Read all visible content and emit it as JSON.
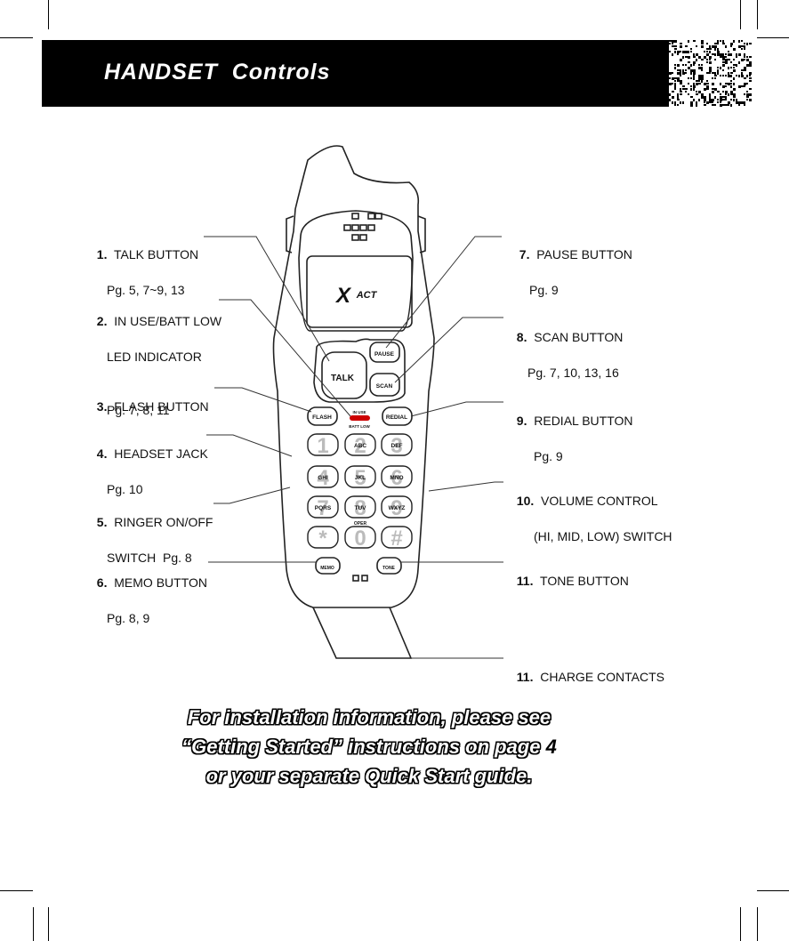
{
  "header": {
    "title": "HANDSET  Controls"
  },
  "labels": [
    {
      "num": "1.",
      "title": "TALK BUTTON",
      "sub": [
        "Pg. 5, 7~9, 13"
      ]
    },
    {
      "num": "2.",
      "title": "IN USE/BATT LOW",
      "sub": [
        "LED INDICATOR",
        "Pg. 7, 8, 11"
      ]
    },
    {
      "num": "3.",
      "title": "FLASH BUTTON",
      "sub": []
    },
    {
      "num": "4.",
      "title": "HEADSET JACK",
      "sub": [
        "Pg. 10"
      ]
    },
    {
      "num": "5.",
      "title": "RINGER ON/OFF",
      "sub": [
        "SWITCH  Pg. 8"
      ]
    },
    {
      "num": "6.",
      "title": "MEMO BUTTON",
      "sub": [
        "Pg. 8, 9"
      ]
    },
    {
      "num": "7.",
      "title": "PAUSE BUTTON",
      "sub": [
        "Pg. 9"
      ]
    },
    {
      "num": "8.",
      "title": "SCAN BUTTON",
      "sub": [
        "Pg. 7, 10, 13, 16"
      ]
    },
    {
      "num": "9.",
      "title": "REDIAL BUTTON",
      "sub": [
        "Pg. 9"
      ]
    },
    {
      "num": "10.",
      "title": "VOLUME CONTROL",
      "sub": [
        "(HI, MID, LOW) SWITCH"
      ]
    },
    {
      "num": "11.",
      "title": "TONE BUTTON",
      "sub": []
    },
    {
      "num": "11.",
      "title": "CHARGE CONTACTS",
      "sub": []
    }
  ],
  "phone": {
    "logo": "ACT",
    "talk": "TALK",
    "pause": "PAUSE",
    "scan": "SCAN",
    "flash": "FLASH",
    "redial": "REDIAL",
    "led_top": "IN USE",
    "led_bottom": "BATT LOW",
    "memo": "MEMO",
    "tone": "TONE",
    "oper": "OPER",
    "keys": [
      {
        "digit": "1",
        "letters": ""
      },
      {
        "digit": "2",
        "letters": "ABC"
      },
      {
        "digit": "3",
        "letters": "DEF"
      },
      {
        "digit": "4",
        "letters": "GHI"
      },
      {
        "digit": "5",
        "letters": "JKL"
      },
      {
        "digit": "6",
        "letters": "MNO"
      },
      {
        "digit": "7",
        "letters": "PQRS"
      },
      {
        "digit": "8",
        "letters": "TUV"
      },
      {
        "digit": "9",
        "letters": "WXYZ"
      },
      {
        "digit": "*",
        "letters": ""
      },
      {
        "digit": "0",
        "letters": ""
      },
      {
        "digit": "#",
        "letters": ""
      }
    ]
  },
  "footer": {
    "line1": "For installation information, please see",
    "line2": "“Getting Started” instructions on page",
    "page": "4",
    "line3": "or your separate Quick Start guide."
  }
}
